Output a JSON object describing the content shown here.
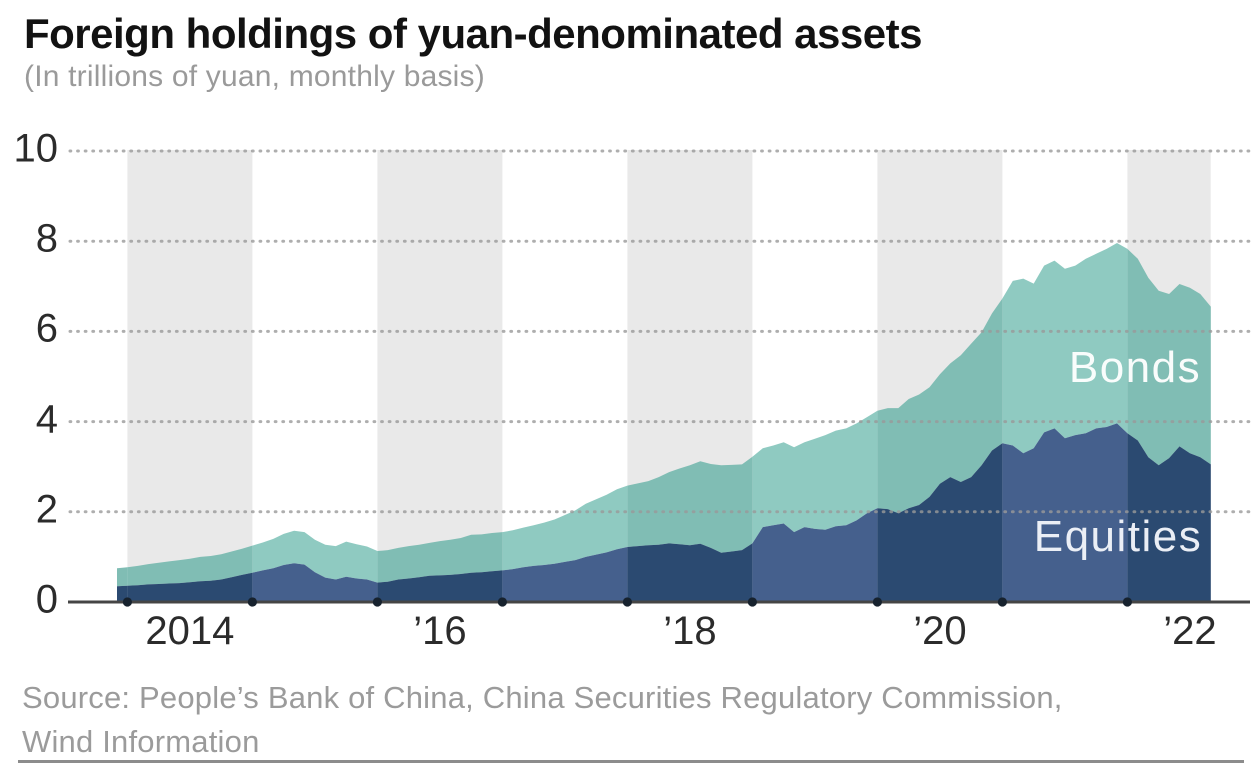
{
  "header": {
    "title": "Foreign holdings of yuan-denominated assets",
    "subtitle": "(In trillions of yuan, monthly basis)"
  },
  "series_labels": {
    "bonds": "Bonds",
    "equities": "Equities"
  },
  "source": {
    "line1": "Source: People’s Bank of China, China Securities Regulatory Commission,",
    "line2": "Wind Information"
  },
  "colors": {
    "background": "#ffffff",
    "band_gray": "#e9e9e9",
    "gridline": "#9a9a9a",
    "axis_line": "#454545",
    "tick_dot": "#17222e",
    "bonds_even_year": "#80bdb4",
    "bonds_odd_year": "#8fcac1",
    "equities_even_year": "#2b4a71",
    "equities_odd_year": "#45608d",
    "title_text": "#121212",
    "muted_text": "#9a9a9a"
  },
  "chart_data": {
    "type": "area",
    "stacked": true,
    "title": "Foreign holdings of yuan-denominated assets",
    "unit": "trillions of yuan",
    "frequency": "monthly",
    "start_month": "2013-12",
    "end_month": "2022-09",
    "x_axis": {
      "tick_labels": [
        "2014",
        "’16",
        "’18",
        "’20",
        "’22"
      ],
      "tick_years": [
        2014,
        2016,
        2018,
        2020,
        2022
      ],
      "shaded_years": [
        2014,
        2016,
        2018,
        2020,
        2022
      ]
    },
    "y_axis": {
      "tick_labels": [
        "10",
        "8",
        "6",
        "4",
        "2",
        "0"
      ],
      "tick_values": [
        10,
        8,
        6,
        4,
        2,
        0
      ],
      "range": [
        0,
        10
      ],
      "gridlines": "dotted"
    },
    "legend_position": "labels-inside-areas",
    "series": [
      {
        "name": "Equities",
        "values": [
          0.35,
          0.36,
          0.37,
          0.39,
          0.4,
          0.41,
          0.42,
          0.44,
          0.46,
          0.47,
          0.5,
          0.55,
          0.6,
          0.65,
          0.7,
          0.75,
          0.82,
          0.86,
          0.83,
          0.66,
          0.54,
          0.5,
          0.56,
          0.52,
          0.5,
          0.43,
          0.45,
          0.5,
          0.52,
          0.55,
          0.58,
          0.59,
          0.6,
          0.62,
          0.65,
          0.66,
          0.68,
          0.7,
          0.73,
          0.77,
          0.8,
          0.82,
          0.85,
          0.89,
          0.93,
          1.0,
          1.05,
          1.1,
          1.17,
          1.22,
          1.24,
          1.26,
          1.27,
          1.3,
          1.28,
          1.26,
          1.29,
          1.2,
          1.09,
          1.12,
          1.15,
          1.3,
          1.66,
          1.7,
          1.74,
          1.55,
          1.66,
          1.62,
          1.6,
          1.68,
          1.7,
          1.81,
          1.97,
          2.08,
          2.06,
          1.97,
          2.08,
          2.15,
          2.33,
          2.62,
          2.77,
          2.66,
          2.77,
          3.03,
          3.36,
          3.52,
          3.47,
          3.3,
          3.41,
          3.76,
          3.85,
          3.63,
          3.7,
          3.74,
          3.85,
          3.88,
          3.96,
          3.74,
          3.58,
          3.21,
          3.03,
          3.19,
          3.45,
          3.3,
          3.21,
          3.05
        ]
      },
      {
        "name": "Bonds",
        "values": [
          0.4,
          0.41,
          0.43,
          0.45,
          0.47,
          0.49,
          0.51,
          0.52,
          0.54,
          0.55,
          0.56,
          0.57,
          0.58,
          0.6,
          0.62,
          0.65,
          0.69,
          0.72,
          0.72,
          0.72,
          0.73,
          0.74,
          0.78,
          0.76,
          0.73,
          0.7,
          0.7,
          0.7,
          0.72,
          0.72,
          0.73,
          0.76,
          0.78,
          0.8,
          0.84,
          0.84,
          0.85,
          0.85,
          0.86,
          0.88,
          0.9,
          0.94,
          0.98,
          1.04,
          1.1,
          1.18,
          1.23,
          1.28,
          1.33,
          1.36,
          1.39,
          1.42,
          1.5,
          1.58,
          1.68,
          1.77,
          1.83,
          1.86,
          1.94,
          1.92,
          1.9,
          1.92,
          1.75,
          1.77,
          1.8,
          1.88,
          1.88,
          2.0,
          2.1,
          2.12,
          2.15,
          2.15,
          2.13,
          2.16,
          2.24,
          2.33,
          2.42,
          2.45,
          2.43,
          2.43,
          2.52,
          2.81,
          2.96,
          2.95,
          3.04,
          3.21,
          3.65,
          3.87,
          3.65,
          3.7,
          3.72,
          3.76,
          3.76,
          3.87,
          3.87,
          3.95,
          4.0,
          4.09,
          4.03,
          3.98,
          3.87,
          3.64,
          3.6,
          3.67,
          3.62,
          3.5
        ]
      }
    ]
  }
}
